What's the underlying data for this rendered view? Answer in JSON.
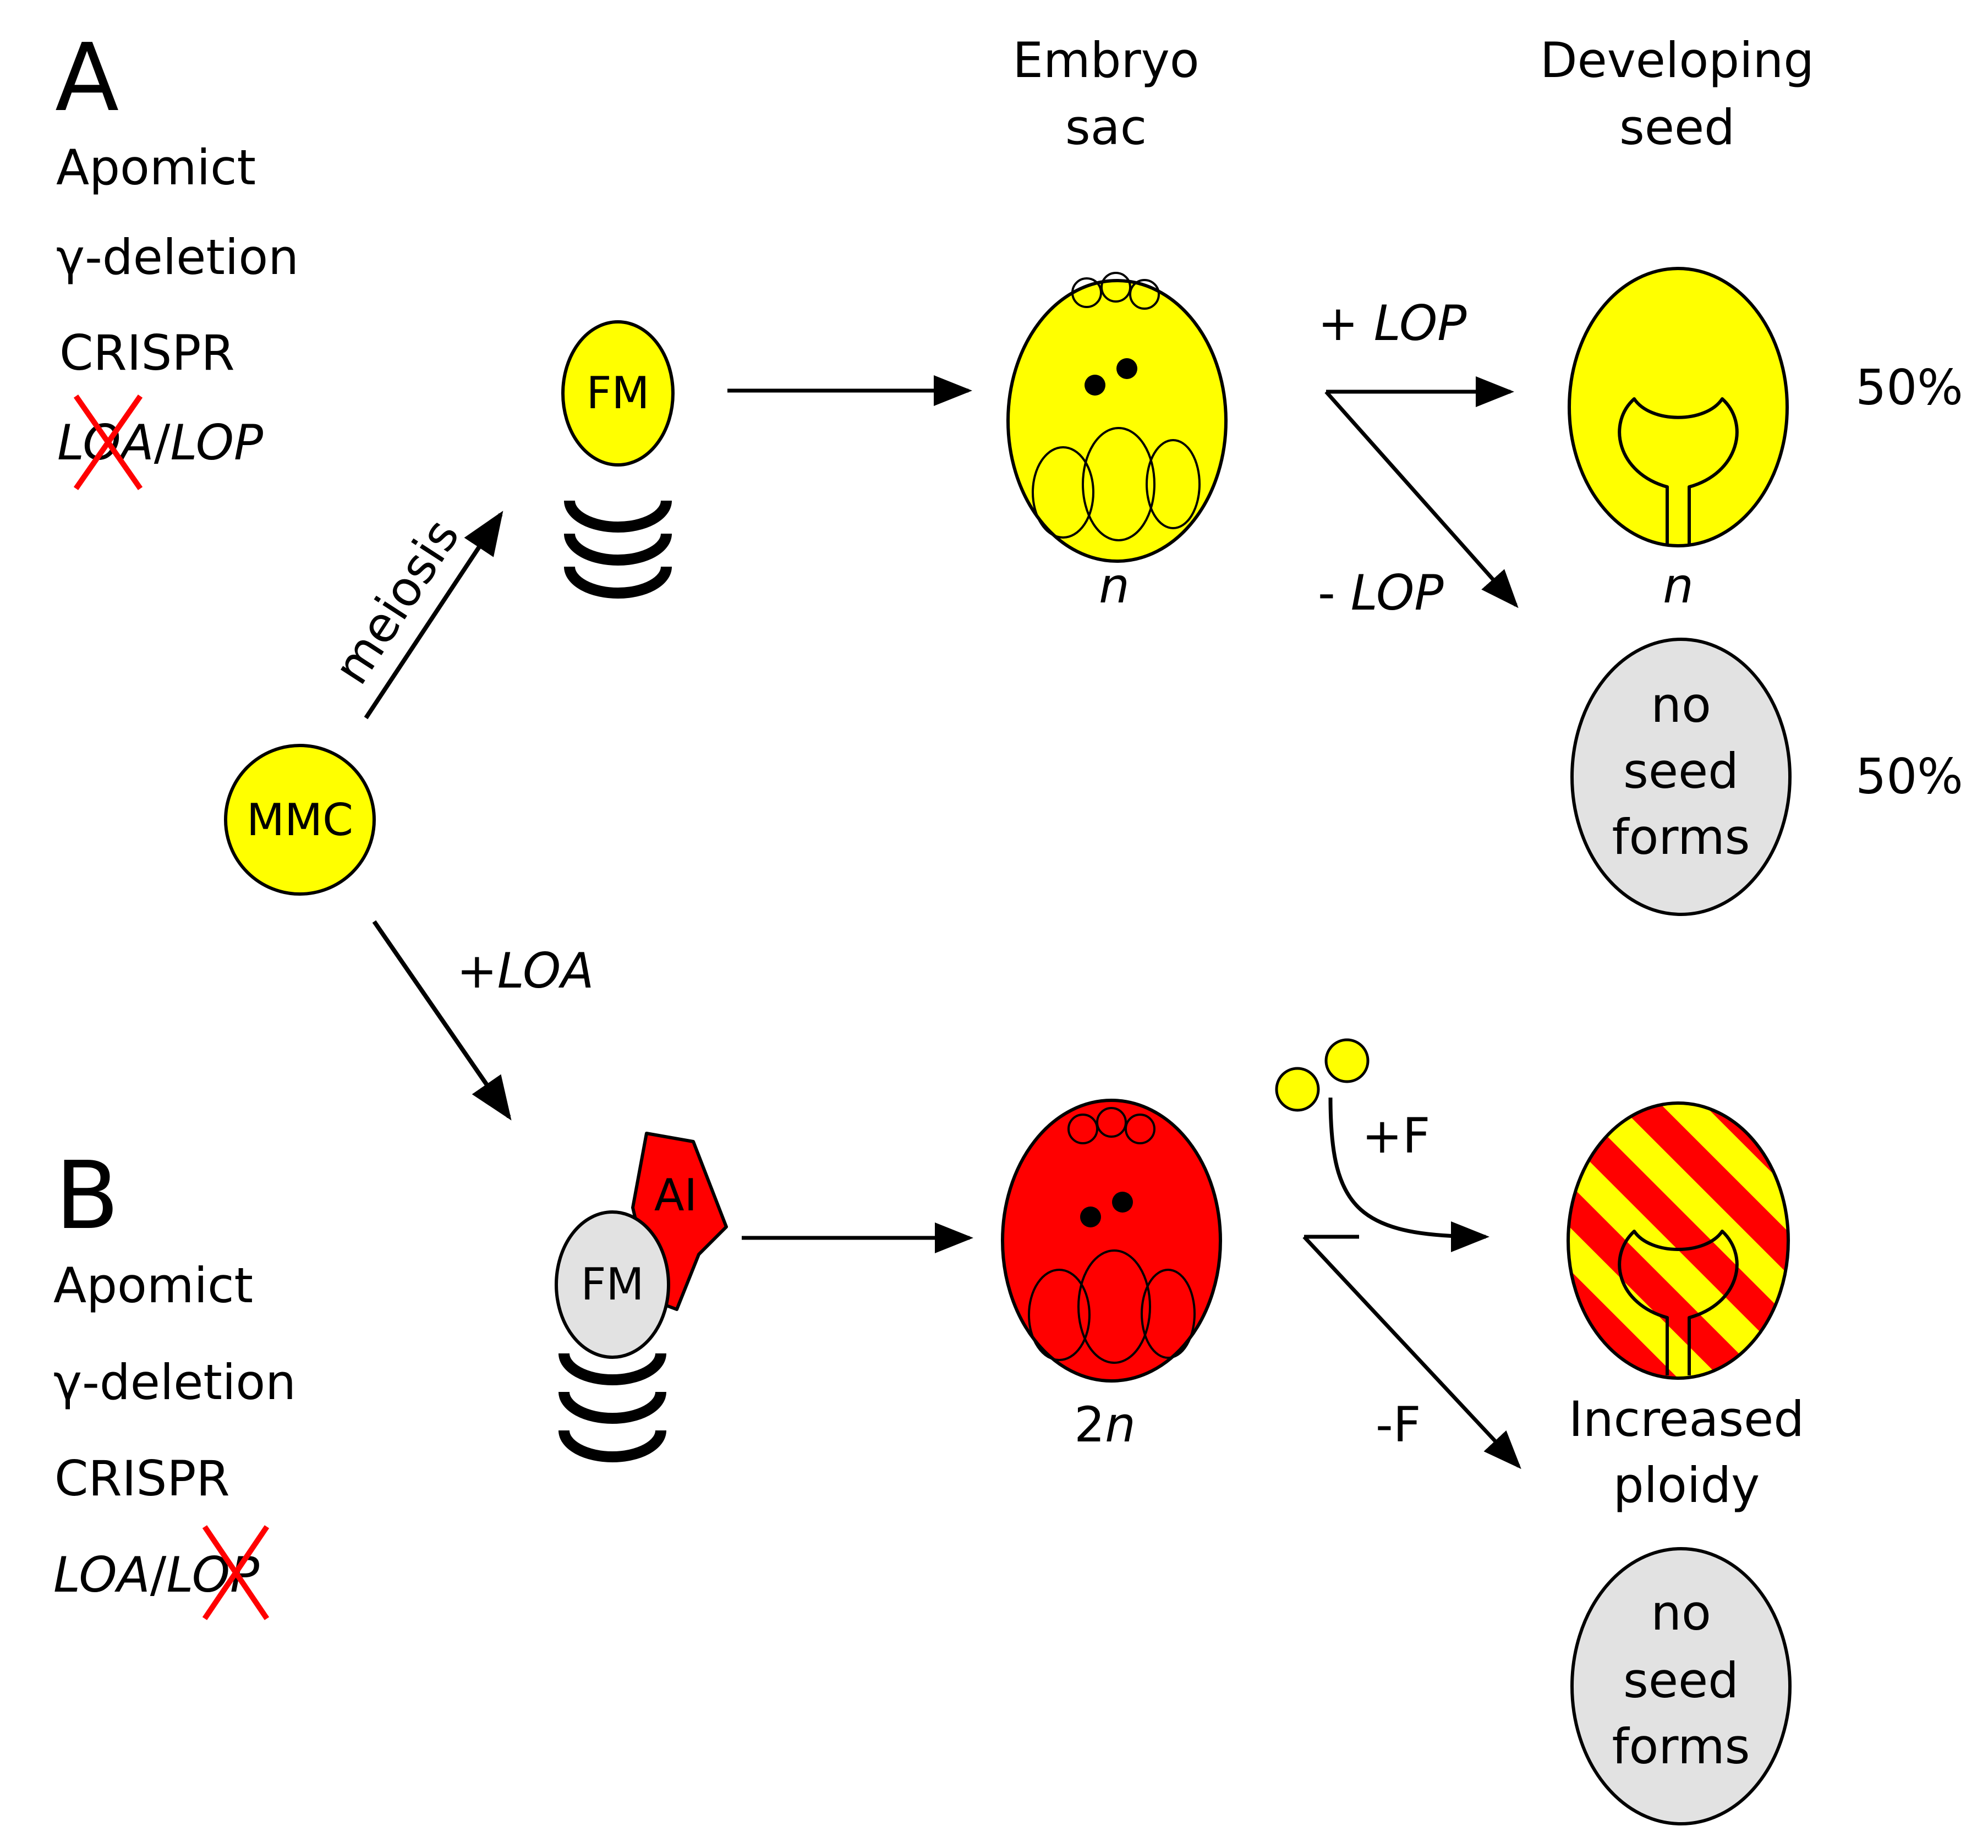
{
  "panel_a": {
    "letter": "A",
    "lines": [
      "Apomict",
      "γ-deletion",
      "CRISPR"
    ],
    "gene": {
      "first": "LOA",
      "sep": "/",
      "second": "LOP",
      "crossed": "first"
    }
  },
  "panel_b": {
    "letter": "B",
    "lines": [
      "Apomict",
      "γ-deletion",
      "CRISPR"
    ],
    "gene": {
      "first": "LOA",
      "sep": "/",
      "second": "LOP",
      "crossed": "second"
    }
  },
  "headers": {
    "embryo_sac": [
      "Embryo",
      "sac"
    ],
    "developing_seed": [
      "Developing",
      "seed"
    ]
  },
  "cells": {
    "mmc": "MMC",
    "fm_top": "FM",
    "fm_bottom": "FM",
    "ai": "AI"
  },
  "arrows": {
    "meiosis": "meiosis",
    "plus_loa": "+LOA",
    "plus_lop_sign": "+ ",
    "plus_lop_gene": "LOP",
    "minus_lop_sign": "- ",
    "minus_lop_gene": "LOP",
    "plus_f": "+F",
    "minus_f": "-F"
  },
  "ploidy": {
    "top_sac": "n",
    "top_seed": "n",
    "bottom_sac_num": "2",
    "bottom_sac_var": "n"
  },
  "percents": {
    "seed": "50%",
    "no_seed": "50%"
  },
  "outcomes": {
    "no_seed_top": [
      "no",
      "seed",
      "forms"
    ],
    "increased_ploidy": [
      "Increased",
      "ploidy"
    ],
    "no_seed_bottom": [
      "no",
      "seed",
      "forms"
    ]
  },
  "colors": {
    "yellow": "#ffff00",
    "red": "#ff0000",
    "grey": "#e2e2e2",
    "cross": "#ff0000",
    "ink": "#000000"
  }
}
